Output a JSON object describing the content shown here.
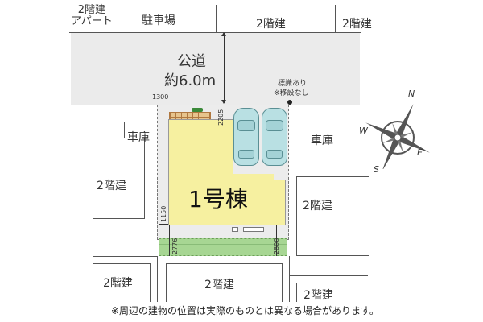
{
  "surroundings": {
    "top_left_building": [
      "2階建",
      "アパート"
    ],
    "top_parking": "駐車場",
    "top_middle_building": "2階建",
    "top_right_building": "2階建",
    "left_garage": "車庫",
    "left_building": "2階建",
    "right_garage": "車庫",
    "right_building": "2階建",
    "bottom_left_building": "2階建",
    "bottom_middle_building": "2階建",
    "bottom_right_building": "2階建"
  },
  "road": {
    "label": "公道",
    "width": "約6.0m"
  },
  "sign_note": {
    "line1": "標識あり",
    "line2": "※移設なし"
  },
  "lot": {
    "building_label": "1号棟",
    "parking_spaces": 2
  },
  "dimensions": {
    "top_left": "1300",
    "setback_top": "2205",
    "setback_left": "1150",
    "garden_left": "2776",
    "garden_right": "2800"
  },
  "compass": {
    "n": "N",
    "e": "E",
    "s": "S",
    "w": "W"
  },
  "colors": {
    "building": "#f6f0a0",
    "garden": "#a7d693",
    "road": "#ebebeb",
    "car": "#b9e0e3",
    "tiles": "#e7c48d"
  },
  "footer_note": "※周辺の建物の位置は実際のものとは異なる場合があります。"
}
